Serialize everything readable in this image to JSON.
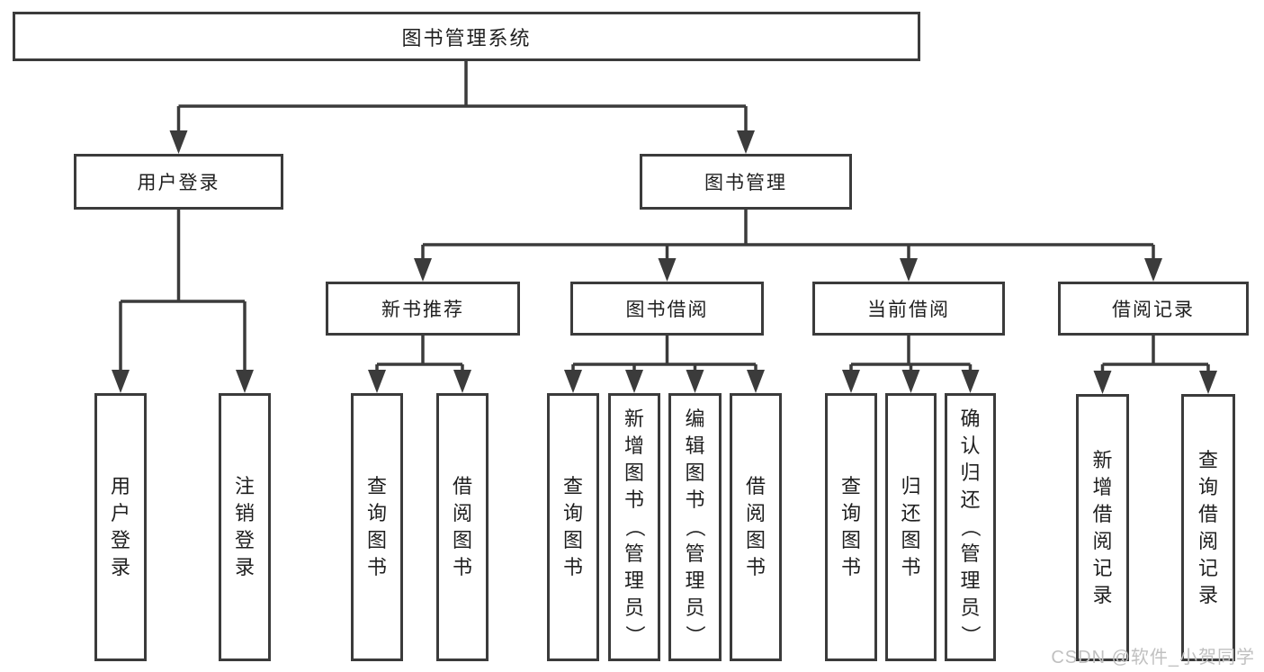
{
  "diagram": {
    "colors": {
      "line": "#3b3b3b",
      "text": "#1f1f1f",
      "box_background": "#ffffff",
      "watermark_text": "#c0c0c0",
      "page_background": "#ffffff"
    },
    "root": {
      "label": "图书管理系统"
    },
    "level2": [
      {
        "label": "用户登录"
      },
      {
        "label": "图书管理"
      }
    ],
    "level3": [
      {
        "label": "新书推荐",
        "parent": "图书管理"
      },
      {
        "label": "图书借阅",
        "parent": "图书管理"
      },
      {
        "label": "当前借阅",
        "parent": "图书管理"
      },
      {
        "label": "借阅记录",
        "parent": "图书管理"
      }
    ],
    "leaves": [
      {
        "label": "用户登录",
        "parent": "用户登录"
      },
      {
        "label": "注销登录",
        "parent": "用户登录"
      },
      {
        "label": "查询图书",
        "parent": "新书推荐"
      },
      {
        "label": "借阅图书",
        "parent": "新书推荐"
      },
      {
        "label": "查询图书",
        "parent": "图书借阅"
      },
      {
        "label": "新增图书（管理员）",
        "parent": "图书借阅"
      },
      {
        "label": "编辑图书（管理员）",
        "parent": "图书借阅"
      },
      {
        "label": "借阅图书",
        "parent": "图书借阅"
      },
      {
        "label": "查询图书",
        "parent": "当前借阅"
      },
      {
        "label": "归还图书",
        "parent": "当前借阅"
      },
      {
        "label": "确认归还（管理员）",
        "parent": "当前借阅"
      },
      {
        "label": "新增借阅记录",
        "parent": "借阅记录"
      },
      {
        "label": "查询借阅记录",
        "parent": "借阅记录"
      }
    ],
    "watermark": "CSDN @软件_小贺同学"
  }
}
